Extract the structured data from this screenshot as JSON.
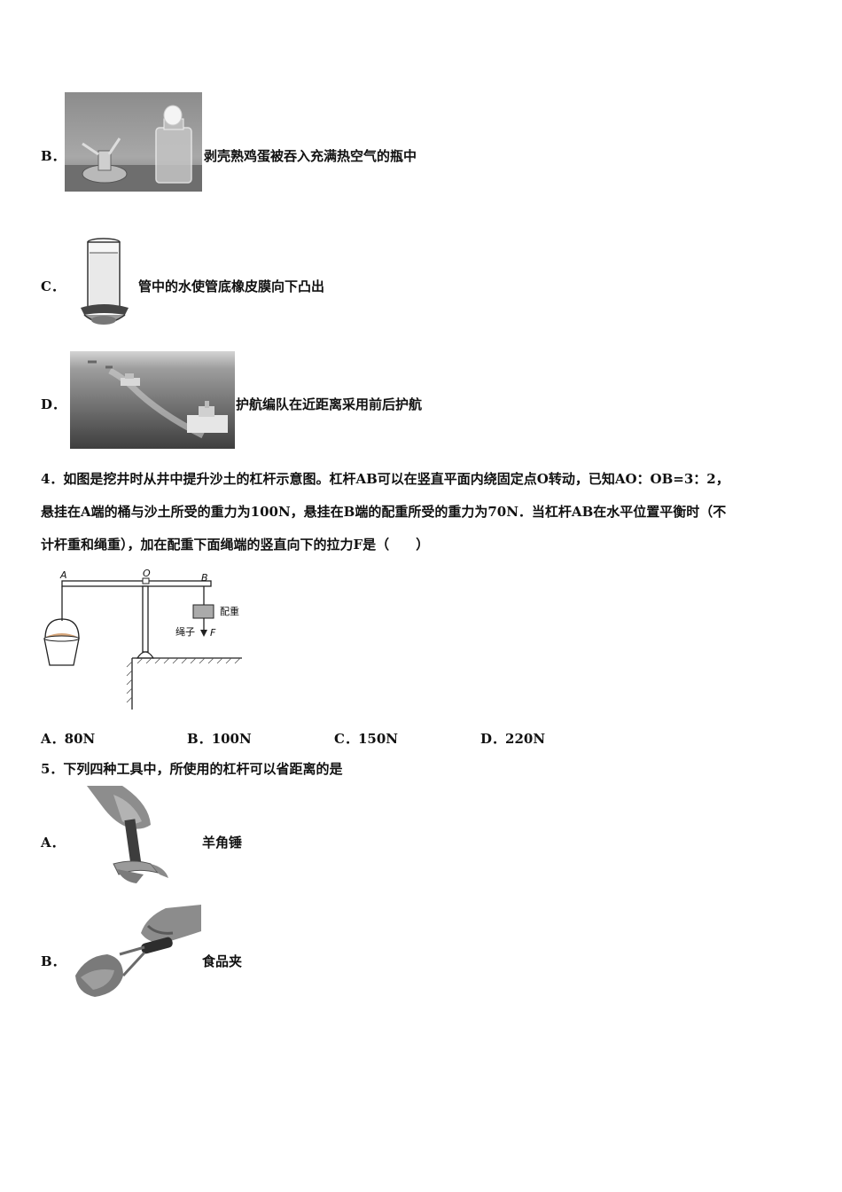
{
  "q3_options": [
    {
      "letter": "B．",
      "text": "剥壳熟鸡蛋被吞入充满热空气的瓶中"
    },
    {
      "letter": "C．",
      "text": "管中的水使管底橡皮膜向下凸出"
    },
    {
      "letter": "D．",
      "text": "护航编队在近距离采用前后护航"
    }
  ],
  "q4": {
    "line1": "4．如图是挖井时从井中提升沙土的杠杆示意图。杠杆AB可以在竖直平面内绕固定点O转动，已知AO：OB=3：2，",
    "line2": "悬挂在A端的桶与沙土所受的重力为100N，悬挂在B端的配重所受的重力为70N．当杠杆AB在水平位置平衡时（不",
    "line3": "计杆重和绳重），加在配重下面绳端的竖直向下的拉力F是（　　）",
    "figure": {
      "label_a": "A",
      "label_o": "O",
      "label_b": "B",
      "label_weight": "配重",
      "label_rope": "绳子",
      "label_f": "F"
    },
    "choices": [
      {
        "letter": "A．",
        "value": "80N"
      },
      {
        "letter": "B．",
        "value": "100N"
      },
      {
        "letter": "C．",
        "value": "150N"
      },
      {
        "letter": "D．",
        "value": "220N"
      }
    ]
  },
  "q5": {
    "stem": "5．下列四种工具中，所使用的杠杆可以省距离的是",
    "options": [
      {
        "letter": "A．",
        "text": "羊角锤"
      },
      {
        "letter": "B．",
        "text": "食品夹"
      }
    ]
  }
}
